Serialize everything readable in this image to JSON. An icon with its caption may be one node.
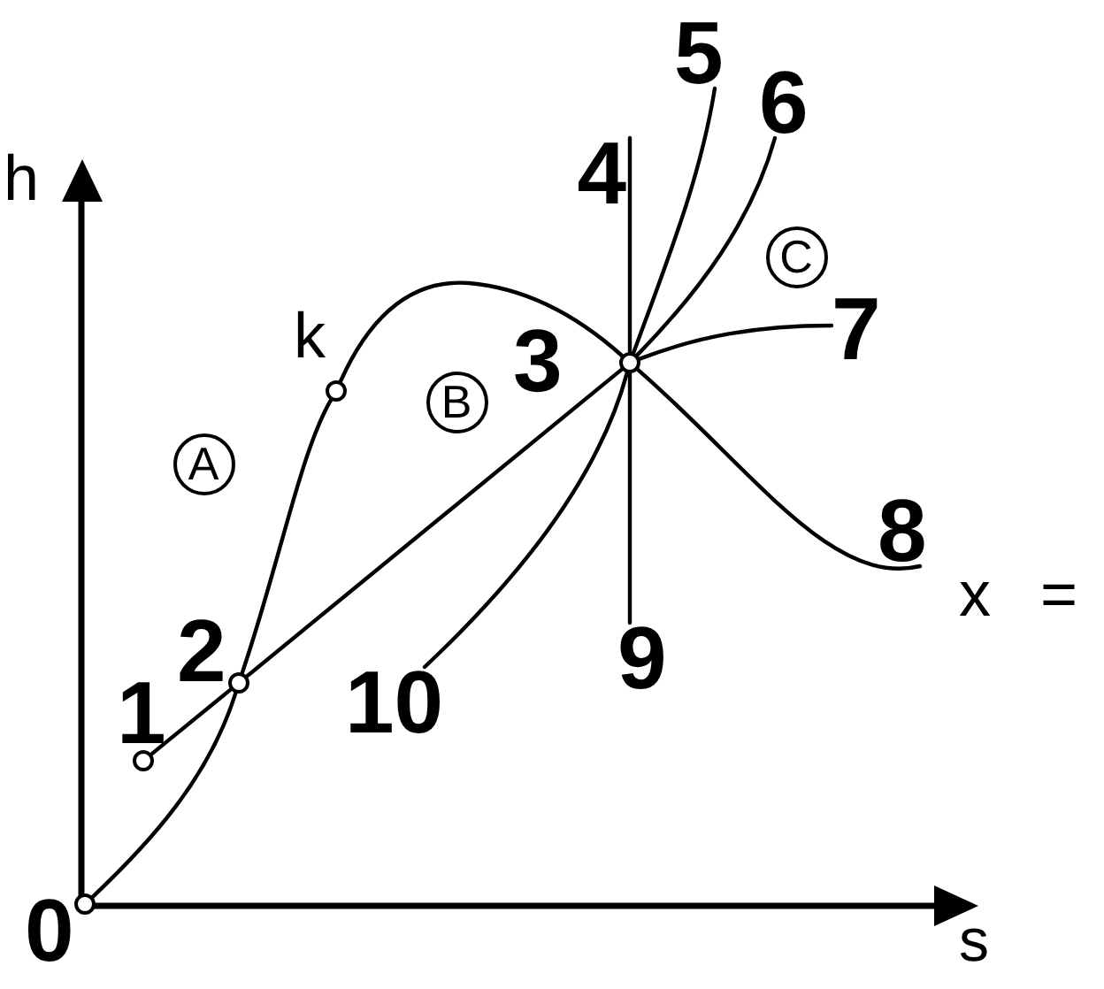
{
  "diagram": {
    "nodes": [
      {
        "text": [],
        "shape": "circle",
        "beside": [
          "0"
        ]
      },
      {
        "text": [],
        "shape": "circle",
        "beside": [
          "1"
        ]
      },
      {
        "text": [],
        "shape": "circle",
        "beside": [
          "2"
        ]
      },
      {
        "text": [],
        "shape": "circle",
        "beside": [
          "k"
        ]
      },
      {
        "text": [],
        "shape": "circle",
        "beside": [
          "3"
        ]
      },
      {
        "text": [
          "4"
        ]
      },
      {
        "text": [
          "5"
        ]
      },
      {
        "text": [
          "6"
        ]
      },
      {
        "text": [
          "7"
        ]
      },
      {
        "text": [
          "8"
        ]
      },
      {
        "text": [
          "9"
        ]
      },
      {
        "text": [
          "10"
        ]
      },
      {
        "text": [
          "A"
        ]
      },
      {
        "text": [
          "B"
        ]
      },
      {
        "text": [
          "C"
        ]
      }
    ],
    "edges": [
      {
        "from": 0,
        "to": 2,
        "arrow": "none"
      },
      {
        "from": 2,
        "to": 3,
        "arrow": "none"
      },
      {
        "from": 3,
        "to": 4,
        "arrow": "none"
      },
      {
        "from": 4,
        "to": 9,
        "arrow": "none"
      },
      {
        "from": 1,
        "to": 2,
        "arrow": "none"
      },
      {
        "from": 2,
        "to": 4,
        "arrow": "none"
      },
      {
        "from": 11,
        "to": 4,
        "arrow": "none"
      },
      {
        "from": 4,
        "to": 6,
        "arrow": "none"
      },
      {
        "from": 10,
        "to": 4,
        "arrow": "none"
      },
      {
        "from": 4,
        "to": 5,
        "arrow": "none"
      },
      {
        "from": 4,
        "to": 7,
        "arrow": "none"
      },
      {
        "from": 4,
        "to": 8,
        "arrow": "none"
      }
    ],
    "labels": [
      "h",
      "x =",
      "s"
    ]
  }
}
